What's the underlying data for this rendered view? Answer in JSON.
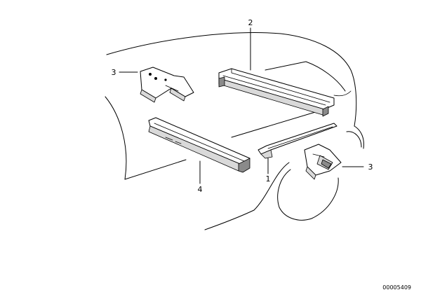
{
  "diagram": {
    "callouts": [
      {
        "id": "part-1",
        "label": "1"
      },
      {
        "id": "part-2",
        "label": "2"
      },
      {
        "id": "part-3-left",
        "label": "3"
      },
      {
        "id": "part-3-right",
        "label": "3"
      },
      {
        "id": "part-4",
        "label": "4"
      }
    ],
    "reference_number": "00005409",
    "colors": {
      "line": "#000000",
      "background": "#ffffff",
      "shade": "#d9d9d9"
    }
  }
}
